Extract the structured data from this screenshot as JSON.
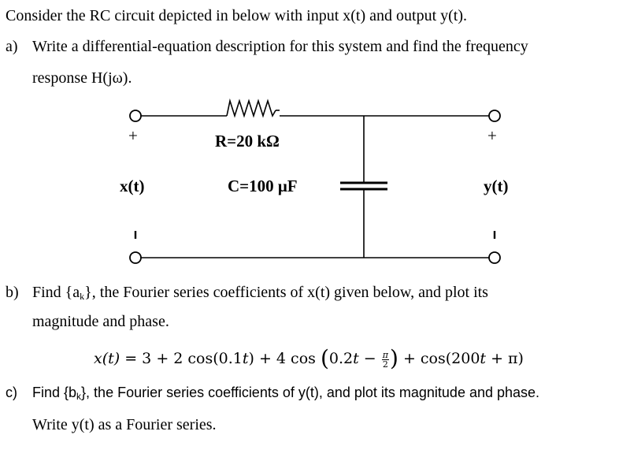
{
  "intro": "Consider the RC circuit depicted in below with input x(t) and output y(t).",
  "part_a": {
    "letter": "a)",
    "line1": "Write a differential-equation description for this system and find the frequency",
    "line2": "response H(jω)."
  },
  "circuit": {
    "plus_left": "+",
    "plus_right": "+",
    "minus_left": "-",
    "minus_right": "-",
    "resistor_label": "R=20 kΩ",
    "capacitor_label": "C=100 μF",
    "input_label": "x(t)",
    "output_label": "y(t)"
  },
  "part_b": {
    "letter": "b)",
    "line1_pre": "Find {a",
    "line1_sub": "k",
    "line1_post": "}, the Fourier series coefficients of x(t) given below, and plot its",
    "line2": "magnitude and phase."
  },
  "equation": {
    "lhs": "x(t)",
    "mid1": " = 3 + 2 cos(0.1",
    "t1": "t",
    "mid2": ") + 4 cos ",
    "paren_open": "(",
    "inner": "0.2",
    "t2": "t",
    "minus": " − ",
    "frac_num": "π",
    "frac_den": "2",
    "paren_close": ")",
    "mid3": " + cos(200",
    "t3": "t",
    "tail": " + π)"
  },
  "part_c": {
    "letter": "c)",
    "line1_pre": "Find {b",
    "line1_sub": "k",
    "line1_post": "}, the Fourier series coefficients of y(t), and plot its magnitude and phase.",
    "line2": "Write y(t) as a Fourier series."
  }
}
